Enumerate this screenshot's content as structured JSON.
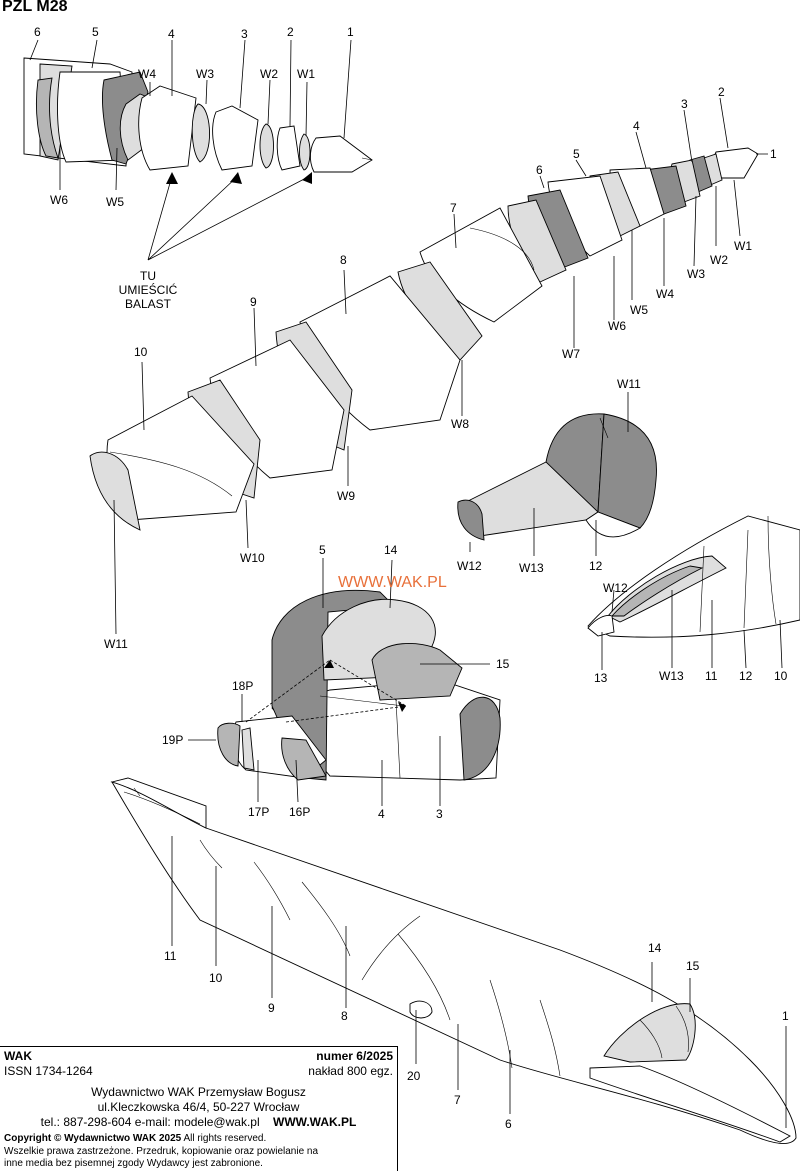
{
  "title": "PZL M28",
  "watermark": "WWW.WAK.PL",
  "ballast_note": [
    "TU",
    "UMIEŚCIĆ",
    "BALAST"
  ],
  "labels": {
    "a6": "6",
    "a5": "5",
    "a4": "4",
    "a3": "3",
    "a2": "2",
    "a1": "1",
    "aw4": "W4",
    "aw3": "W3",
    "aw2": "W2",
    "aw1": "W1",
    "aw6": "W6",
    "aw5": "W5",
    "b1": "1",
    "b2": "2",
    "b3": "3",
    "b4": "4",
    "b5": "5",
    "b6": "6",
    "b7": "7",
    "b8": "8",
    "b9": "9",
    "b10": "10",
    "bw1": "W1",
    "bw2": "W2",
    "bw3": "W3",
    "bw4": "W4",
    "bw5": "W5",
    "bw6": "W6",
    "bw7": "W7",
    "bw8": "W8",
    "bw9": "W9",
    "bw10": "W10",
    "bw11": "W11",
    "cw11": "W11",
    "cw12": "W12",
    "cw13": "W13",
    "c12": "12",
    "dw12": "W12",
    "d13": "13",
    "dw13": "W13",
    "d11": "11",
    "d12": "12",
    "d10": "10",
    "e5": "5",
    "e14": "14",
    "e15": "15",
    "e18p": "18P",
    "e19p": "19P",
    "e17p": "17P",
    "e16p": "16P",
    "e4": "4",
    "e3": "3",
    "f11": "11",
    "f10": "10",
    "f9": "9",
    "f8": "8",
    "f20": "20",
    "f7": "7",
    "f6": "6",
    "f14": "14",
    "f15": "15",
    "f1": "1"
  },
  "imprint": {
    "publisher": "WAK",
    "issue": "numer 6/2025",
    "issn": "ISSN 1734-1264",
    "run": "nakład 800 egz.",
    "company": "Wydawnictwo WAK Przemysław Bogusz",
    "address": "ul.Kleczkowska 46/4, 50-227 Wrocław",
    "contact": "tel.: 887-298-604 e-mail: modele@wak.pl",
    "website": "WWW.WAK.PL",
    "copyright_bold": "Copyright © Wydawnictwo WAK 2025",
    "copyright_rest": " All rights reserved.",
    "notice_1": "Wszelkie prawa zastrzeżone. Przedruk, kopiowanie oraz powielanie na",
    "notice_2": "inne media bez pisemnej zgody Wydawcy jest zabronione."
  },
  "colors": {
    "light_gray": "#dedede",
    "mid_gray": "#b5b5b5",
    "dark_gray": "#8c8c8c",
    "watermark": "#e8703a"
  }
}
